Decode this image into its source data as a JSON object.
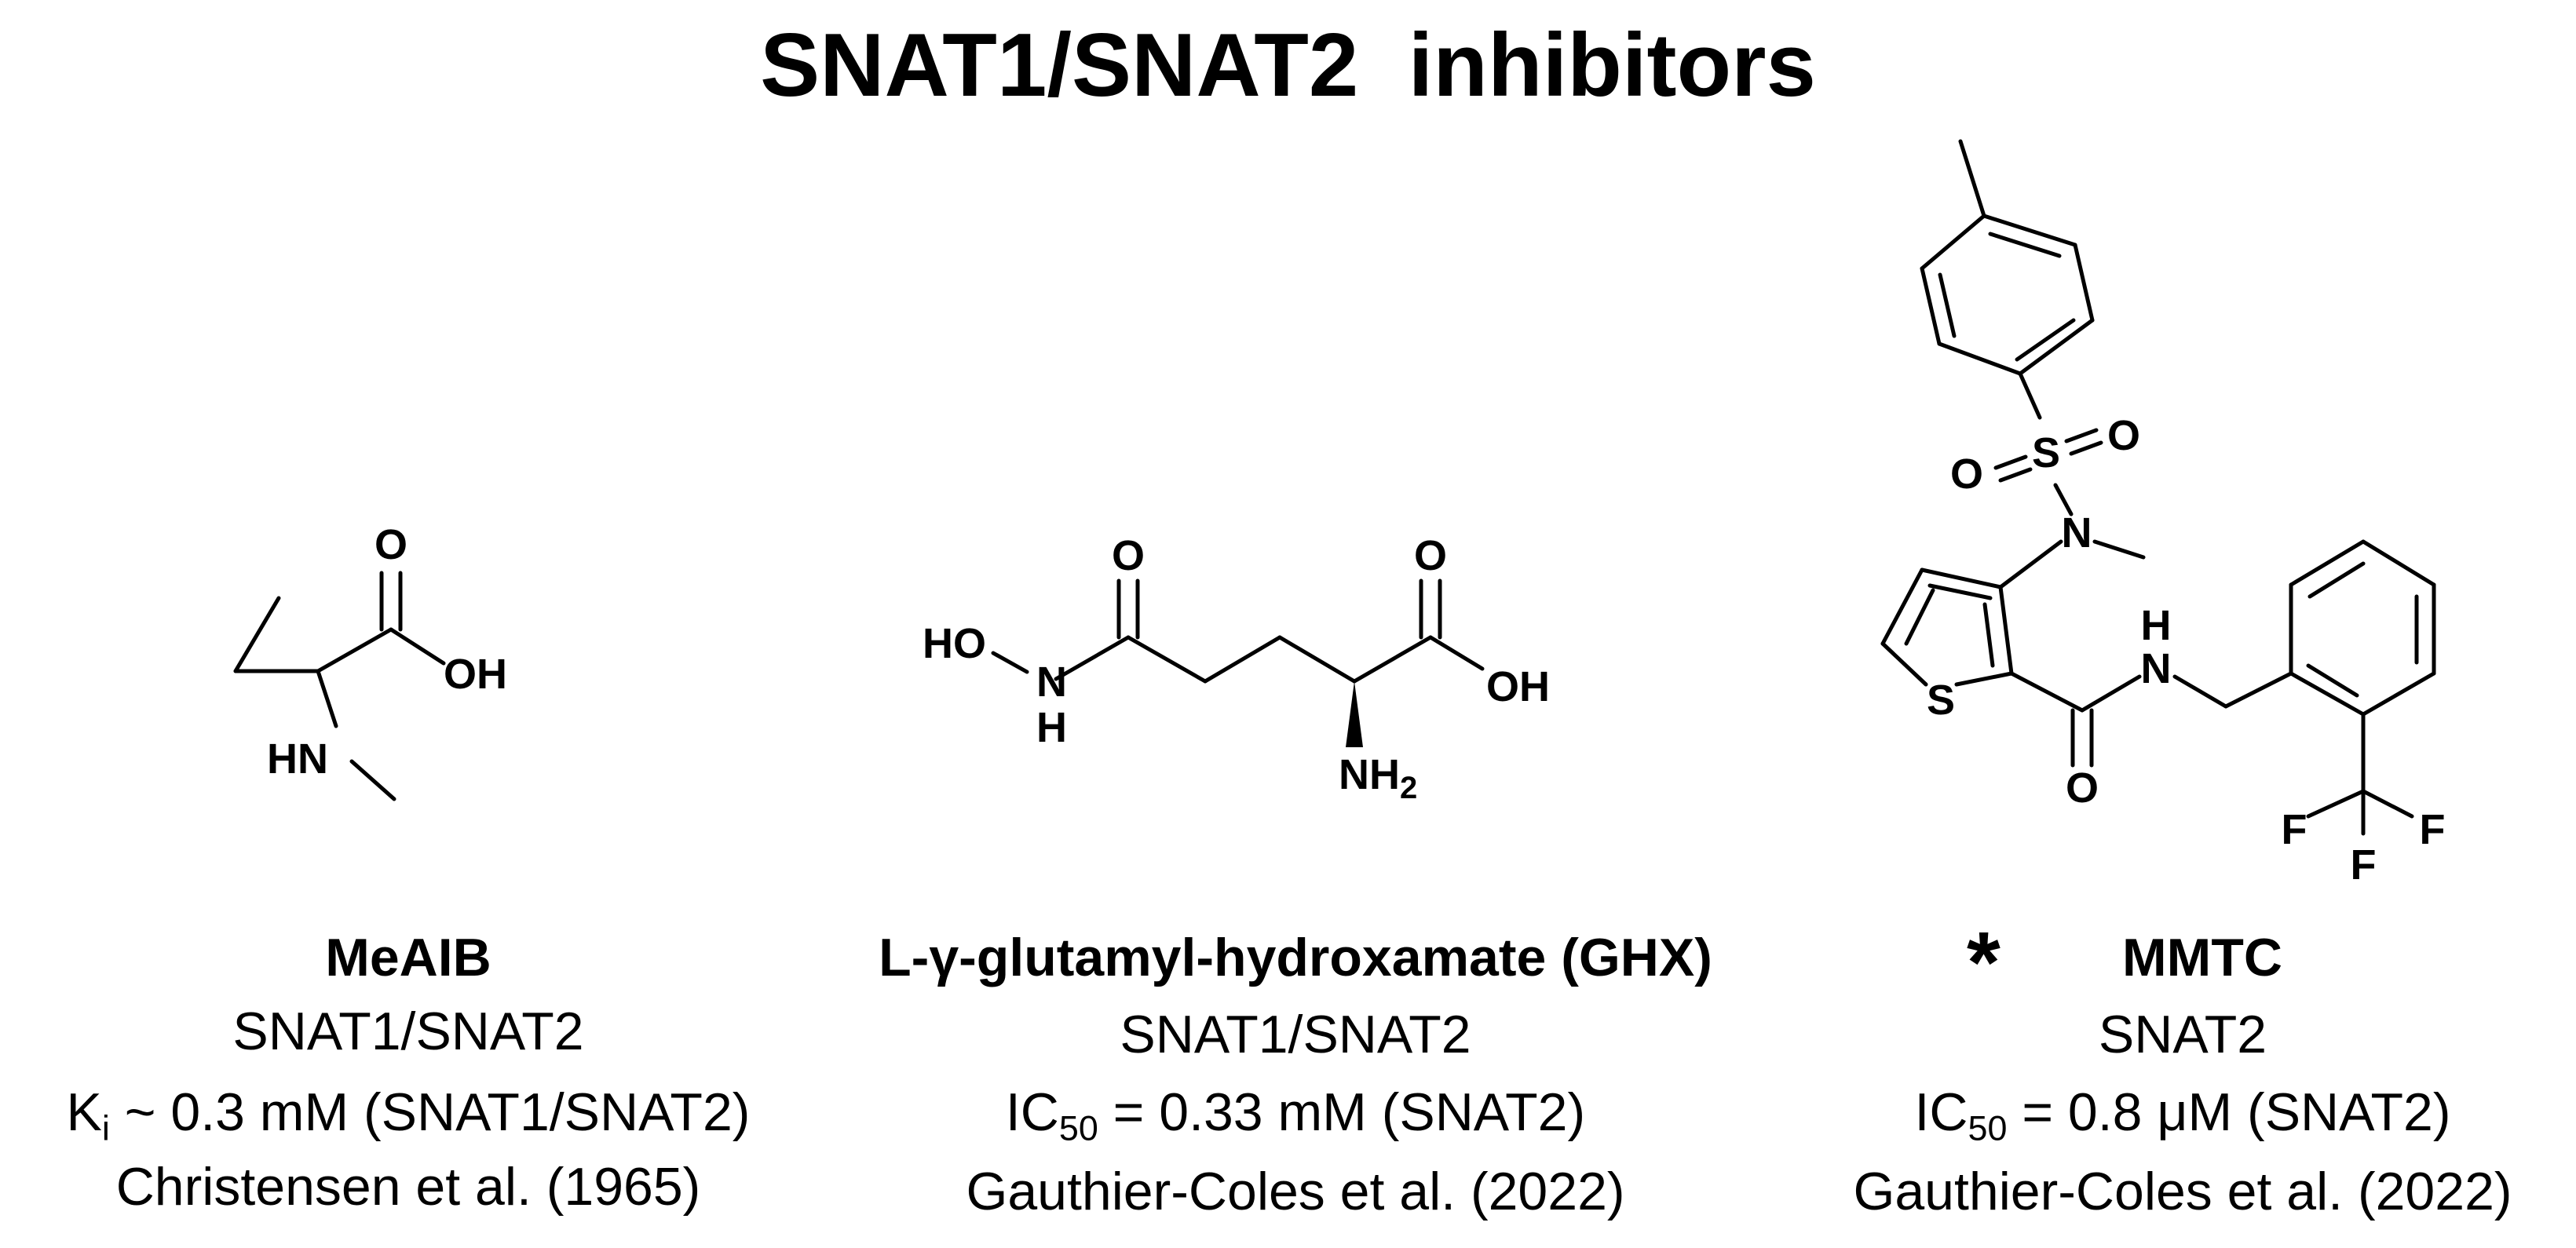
{
  "title": "SNAT1/SNAT2  inhibitors",
  "compounds": [
    {
      "name": "MeAIB",
      "target": "SNAT1/SNAT2",
      "potency_symbol": "K",
      "potency_sub": "i",
      "potency_rest": " ~ 0.3 mM (SNAT1/SNAT2)",
      "reference": "Christensen et al. (1965)",
      "atoms": {
        "o_top": "O",
        "oh": "OH",
        "hn": "HN"
      }
    },
    {
      "name": "L-γ-glutamyl-hydroxamate (GHX)",
      "target": "SNAT1/SNAT2",
      "potency_symbol": "IC",
      "potency_sub": "50",
      "potency_rest": " = 0.33 mM (SNAT2)",
      "reference": "Gauthier-Coles et al. (2022)",
      "atoms": {
        "o_left": "O",
        "o_right": "O",
        "ho": "HO",
        "n": "N",
        "nh_h": "H",
        "oh": "OH",
        "nh2": "NH",
        "nh2_sub": "2"
      }
    },
    {
      "name": "MMTC",
      "marker": "*",
      "target": "SNAT2",
      "potency_symbol": "IC",
      "potency_sub": "50",
      "potency_rest": " = 0.8 μM (SNAT2)",
      "reference": "Gauthier-Coles et al. (2022)",
      "atoms": {
        "o_left": "O",
        "s_sulfonyl": "S",
        "o_right": "O",
        "n_sulfonamide": "N",
        "s_thiophene": "S",
        "o_amide": "O",
        "n_amide": "N",
        "h_amide": "H",
        "f_left": "F",
        "f_right": "F",
        "f_bottom": "F"
      }
    }
  ]
}
